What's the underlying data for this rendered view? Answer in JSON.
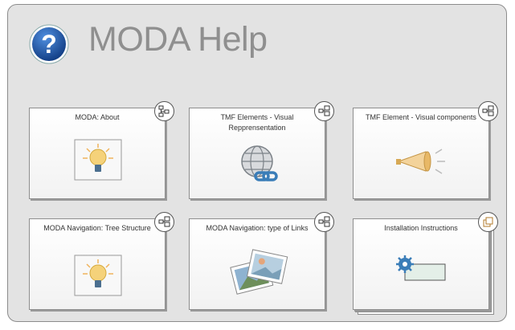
{
  "page": {
    "title": "MODA Help"
  },
  "cards": [
    {
      "label": "MODA: About",
      "badge_icon": "diagram-tree-icon",
      "art_icon": "lightbulb-icon"
    },
    {
      "label": "TMF Elements - Visual Repprensentation",
      "badge_icon": "diagram-link-icon",
      "art_icon": "globe-link-icon"
    },
    {
      "label": "TMF Element - Visual components",
      "badge_icon": "diagram-link-icon",
      "art_icon": "megaphone-icon"
    },
    {
      "label": "MODA Navigation: Tree Structure",
      "badge_icon": "diagram-link-icon",
      "art_icon": "lightbulb-icon"
    },
    {
      "label": "MODA Navigation: type of Links",
      "badge_icon": "diagram-link-icon",
      "art_icon": "photos-icon"
    },
    {
      "label": "Installation Instructions",
      "badge_icon": "package-icon",
      "art_icon": "gear-component-icon"
    }
  ],
  "colors": {
    "panel": "#e3e3e3",
    "title": "#8f8f8f",
    "help_blue": "#1f5fb5",
    "lamp_yellow": "#f5d27a"
  }
}
